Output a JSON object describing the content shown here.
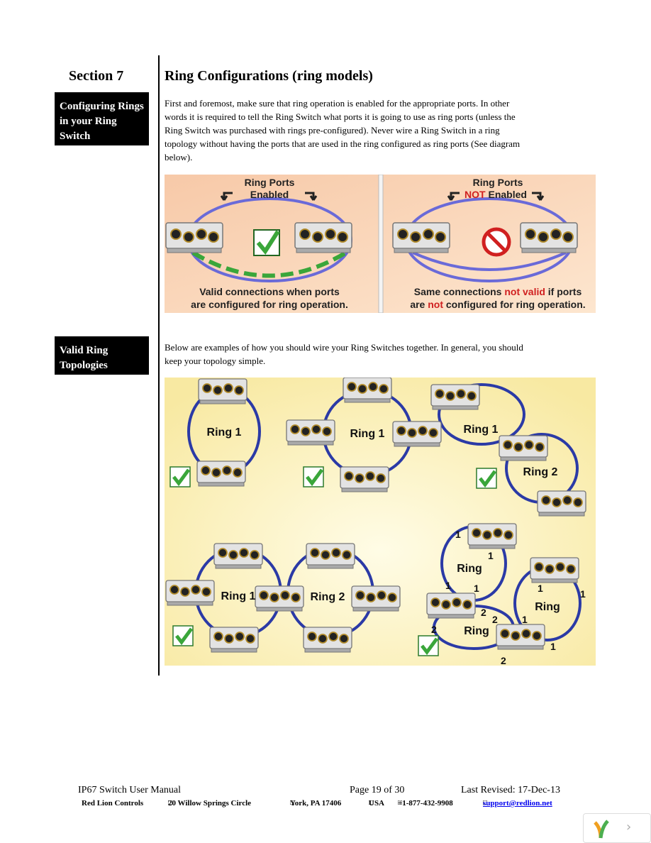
{
  "sidebar": {
    "section": "Section 7",
    "box1": "Configuring Rings in your Ring Switch",
    "box2": "Valid Ring Topologies"
  },
  "main": {
    "title": "Ring Configurations (ring models)",
    "para1": "First and foremost, make sure that ring operation is enabled for the appropriate ports. In other words it is required to tell the Ring Switch what ports it is going to use as ring ports (unless the Ring Switch was purchased with rings pre-configured). Never wire a Ring Switch in a ring topology without having the ports that are used in the ring configured as ring ports (See diagram below).",
    "para2": "Below are examples of how you should wire your Ring Switches together. In general, you should keep your topology simple."
  },
  "figure1": {
    "left_heading_1": "Ring Ports",
    "left_heading_2": "Enabled",
    "left_caption_1": "Valid connections when ports",
    "left_caption_2": "are configured for ring operation.",
    "right_heading_1": "Ring Ports",
    "right_heading_2a": "NOT",
    "right_heading_2b": " Enabled",
    "right_caption_1a": "Same connections ",
    "right_caption_1b": "not valid",
    "right_caption_1c": " if ports",
    "right_caption_2a": "are ",
    "right_caption_2b": "not",
    "right_caption_2c": " configured for ring operation."
  },
  "figure2": {
    "ring1": "Ring  1",
    "ring1b": "Ring  1",
    "ring1c": "Ring 1",
    "ring2c": "Ring  2",
    "ringA": "Ring 1",
    "ringB": "Ring 2",
    "ringX": "Ring",
    "ringY": "Ring",
    "ringZ": "Ring",
    "n1": "1",
    "n2": "2"
  },
  "footer": {
    "manual": "IP67 Switch User Manual",
    "page": "Page 19 of 30",
    "revised": "Last Revised: 17-Dec-13",
    "company": "Red Lion Controls",
    "address": "20 Willow Springs Circle",
    "city": "York, PA 17406",
    "country": "USA",
    "phone": "+1-877-432-9908",
    "email": "support@redlion.net"
  },
  "colors": {
    "ring_blue": "#2b3aa6",
    "valid_green": "#3aa63a",
    "not_red": "#d02020"
  }
}
